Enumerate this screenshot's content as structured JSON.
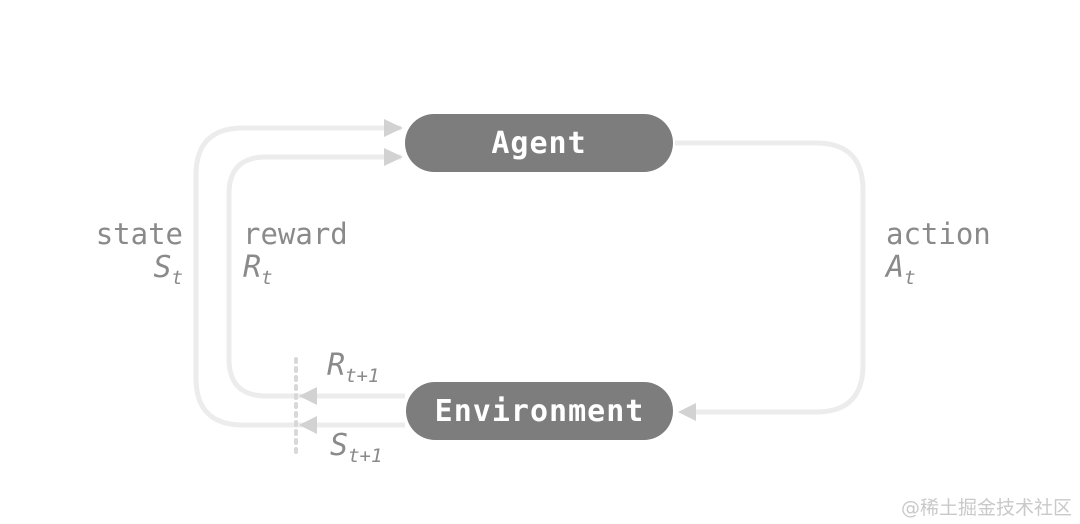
{
  "diagram": {
    "type": "reinforcement-learning-loop",
    "nodes": {
      "agent": {
        "label": "Agent"
      },
      "environment": {
        "label": "Environment"
      }
    },
    "labels": {
      "state": {
        "word": "state",
        "symbol": "S",
        "subscript": "t"
      },
      "reward": {
        "word": "reward",
        "symbol": "R",
        "subscript": "t"
      },
      "action": {
        "word": "action",
        "symbol": "A",
        "subscript": "t"
      },
      "reward_next": {
        "symbol": "R",
        "subscript": "t+1"
      },
      "state_next": {
        "symbol": "S",
        "subscript": "t+1"
      }
    },
    "edges": [
      {
        "from": "agent",
        "to": "environment",
        "label": "action A_t"
      },
      {
        "from": "environment",
        "to": "agent",
        "label": "state S_t"
      },
      {
        "from": "environment",
        "to": "agent",
        "label": "reward R_t"
      }
    ],
    "colors": {
      "node_fill": "#7d7d7d",
      "node_text": "#ffffff",
      "line": "#ececec",
      "arrowhead": "#d2d2d2",
      "dotted_line": "#d8d8d8",
      "label_text": "#8a8a8a",
      "watermark": "#c9c9c9",
      "bg": "#ffffff"
    },
    "watermark": "@稀土掘金技术社区"
  }
}
